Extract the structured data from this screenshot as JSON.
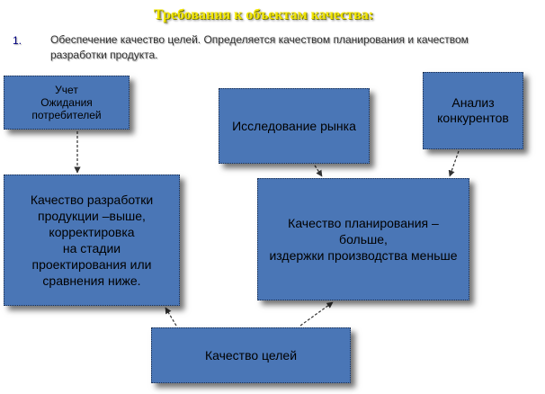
{
  "header": {
    "title": "Требования к объектам качества:",
    "list_marker": "1.",
    "intro_text": "Обеспечение  качество целей. Определяется качеством планирования и качеством разработки продукта."
  },
  "boxes": {
    "uchet": "Учет\nОжидания\nпотребителей",
    "market": "Исследование рынка",
    "analysis": "Анализ\nконкурентов",
    "dev_quality": "Качество разработки\nпродукции –выше,\nкорректировка\nна стадии\nпроектирования или\nсравнения ниже.",
    "plan_quality": "Качество планирования  –\nбольше,\nиздержки производства меньше",
    "goals_quality": "Качество целей"
  },
  "colors": {
    "box_fill": "#4a76b6",
    "title_color": "#f3e600",
    "connector": "#333333"
  }
}
